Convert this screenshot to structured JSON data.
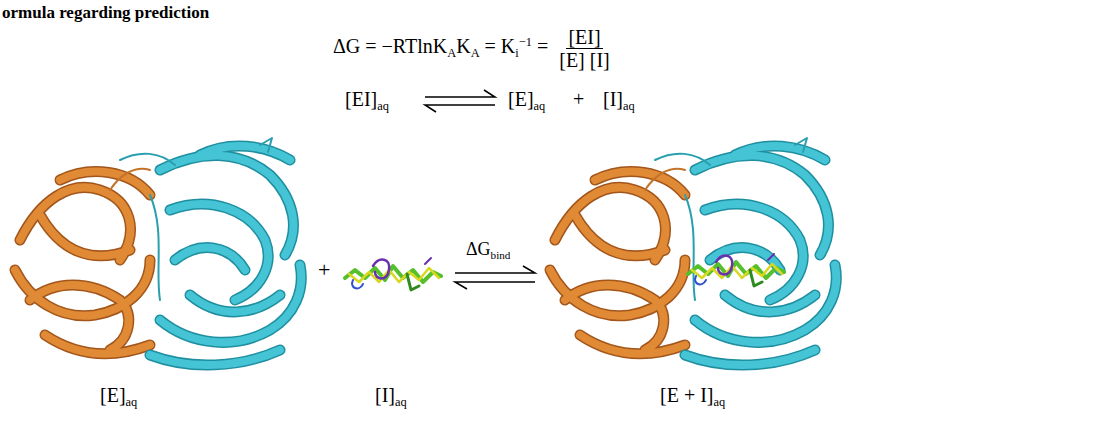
{
  "diagram": {
    "labels": [
      "ormula regarding prediction",
      "ΔG = −RTlnK",
      "A",
      "K",
      "A",
      " = K",
      "i",
      "−1",
      " = ",
      "[EI]",
      "[E] [I]",
      "[EI]",
      "aq",
      "[E]",
      "aq",
      "+",
      "[I]",
      "aq",
      "+",
      "ΔG",
      "bind",
      "[E]",
      "aq",
      "[I]",
      "aq",
      "[E + I]",
      "aq"
    ]
  }
}
